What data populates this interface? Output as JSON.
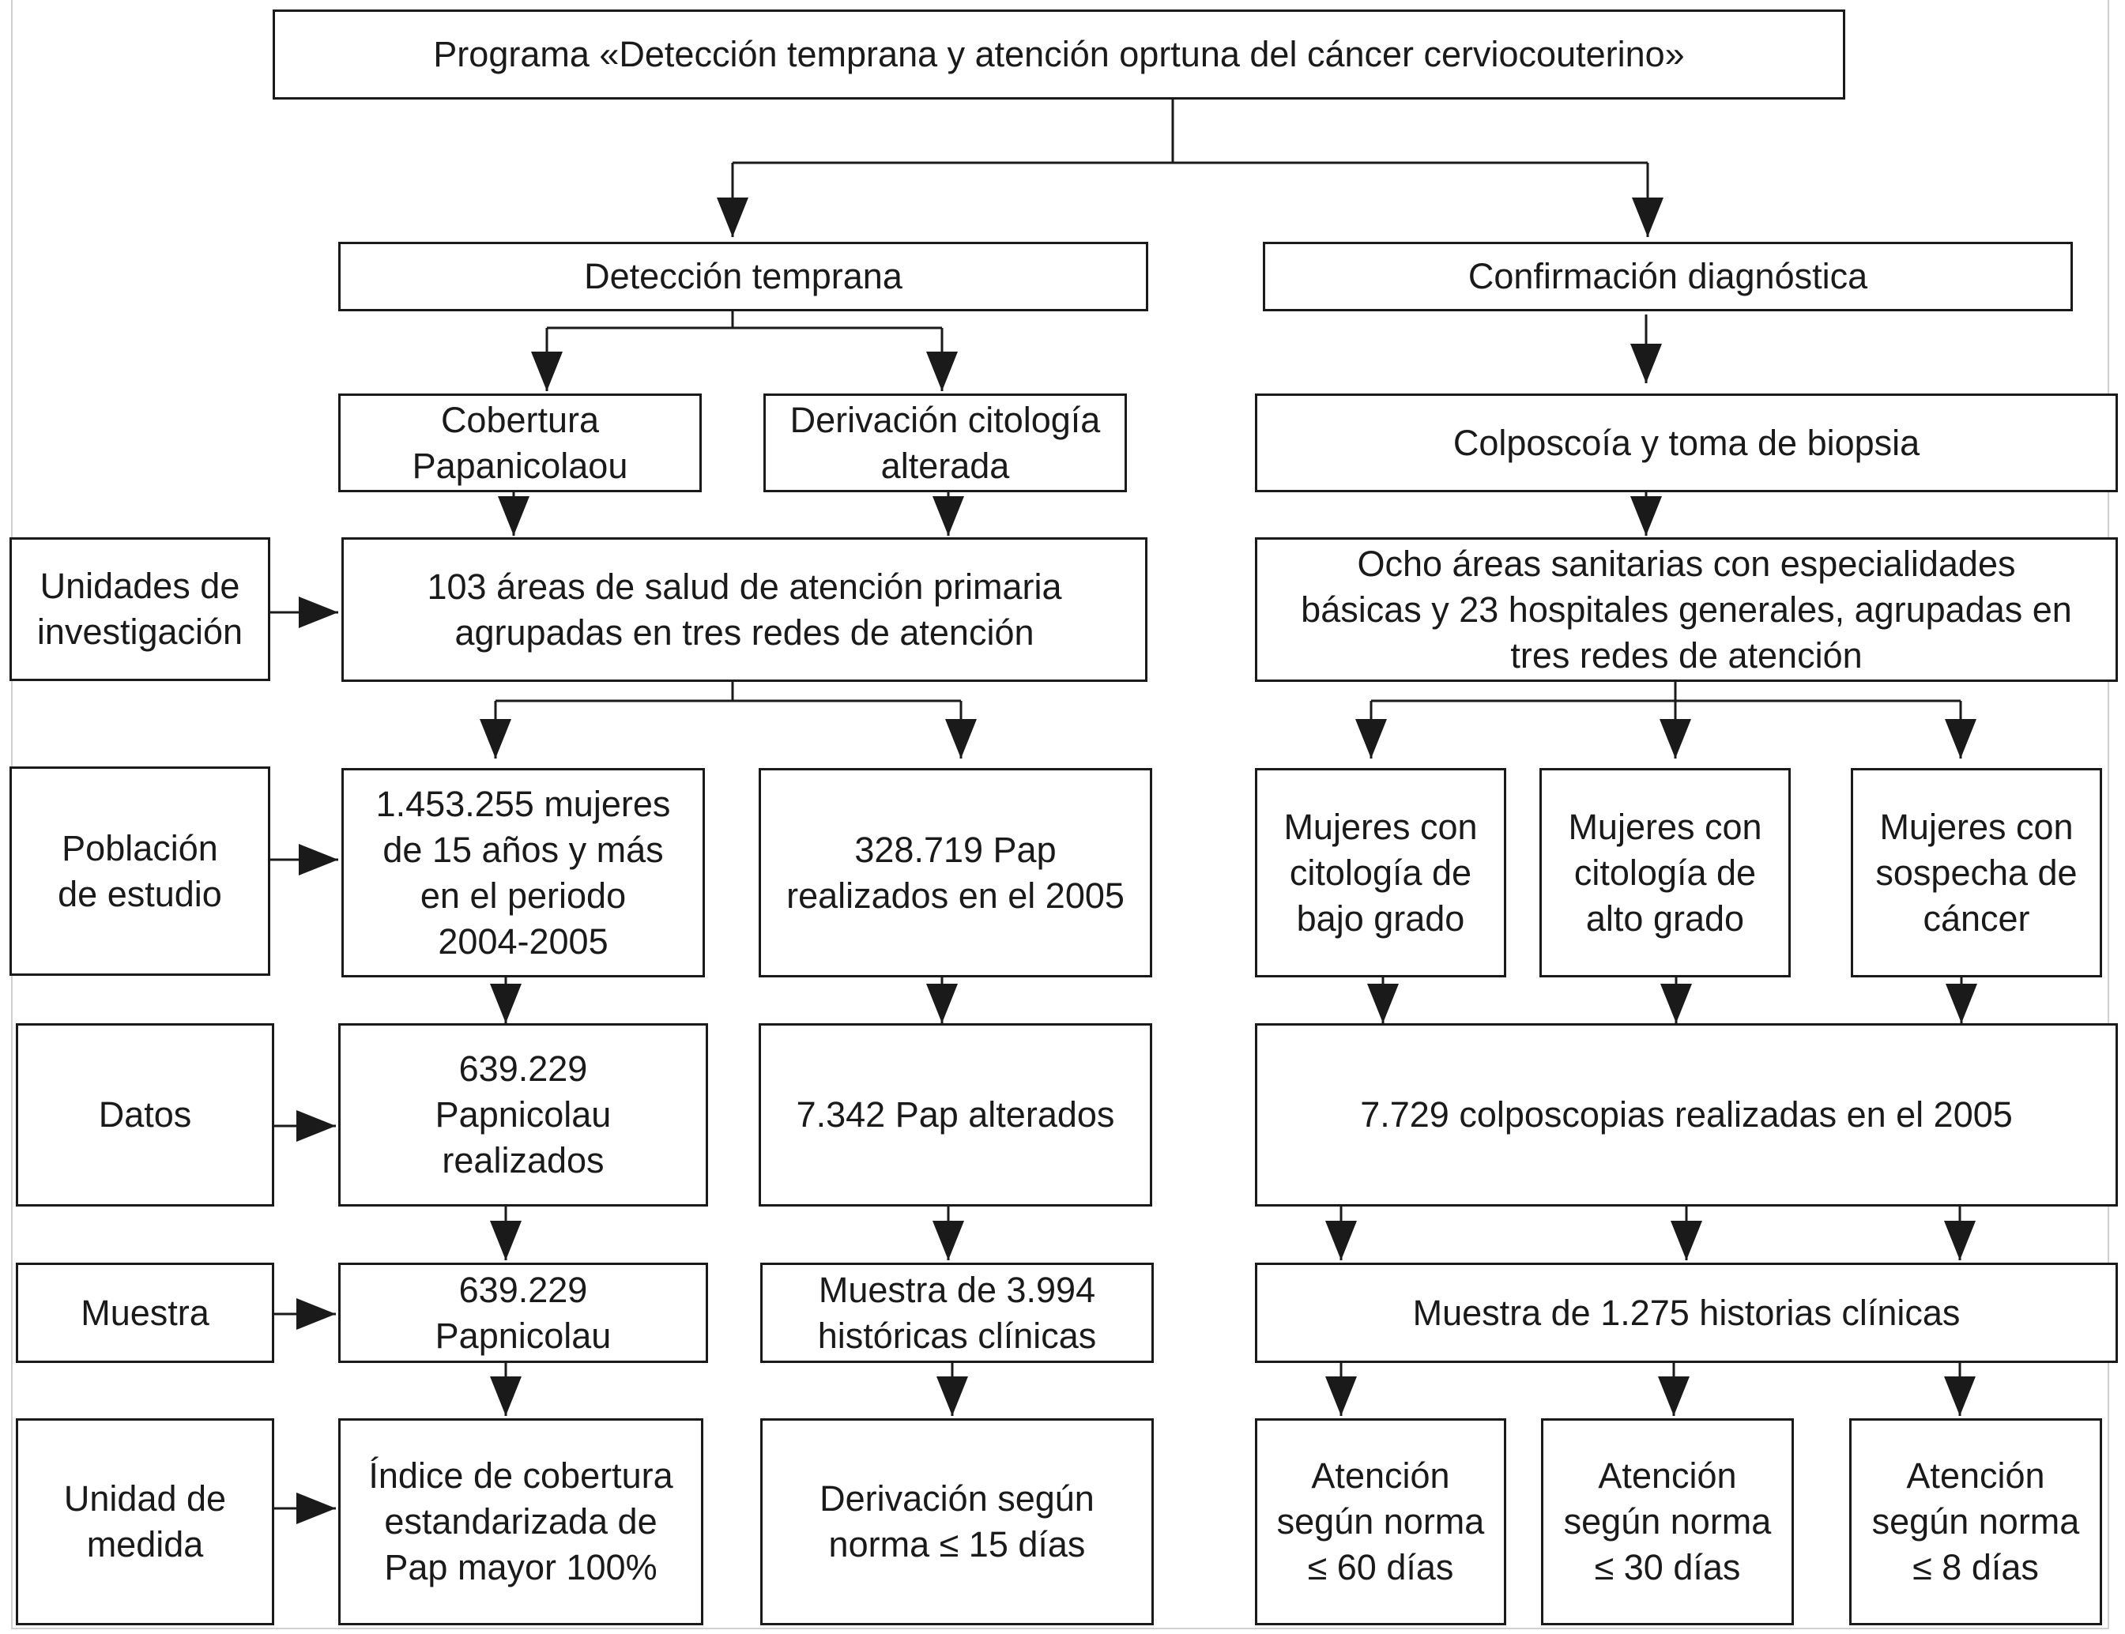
{
  "title": "Programa «Detección temprana y atención oprtuna del cáncer cerviocouterino»",
  "branches": {
    "left": "Detección temprana",
    "right": "Confirmación diagnóstica"
  },
  "row_labels": {
    "unidades": "Unidades de\ninvestigación",
    "poblacion": "Población\nde estudio",
    "datos": "Datos",
    "muestra": "Muestra",
    "unidad_medida": "Unidad de\nmedida"
  },
  "left_a": {
    "header": "Cobertura\nPapanicolaou",
    "poblacion": "1.453.255 mujeres\nde 15 años y más\nen el periodo\n2004-2005",
    "datos": "639.229\nPapnicolau\nrealizados",
    "muestra": "639.229\nPapnicolau",
    "medida": "Índice de cobertura\nestandarizada de\nPap mayor 100%"
  },
  "left_b": {
    "header": "Derivación citología\nalterada",
    "poblacion": "328.719 Pap\nrealizados en el 2005",
    "datos": "7.342 Pap alterados",
    "muestra": "Muestra de 3.994\nhistóricas clínicas",
    "medida": "Derivación según\nnorma ≤ 15 días"
  },
  "left_unidades": "103 áreas de salud de atención primaria\nagrupadas en tres redes de atención",
  "right": {
    "header": "Colposcoía y toma de biopsia",
    "unidades": "Ocho áreas sanitarias con especialidades\nbásicas y 23 hospitales generales, agrupadas en\ntres redes de atención",
    "pob_bajo": "Mujeres con\ncitología de\nbajo grado",
    "pob_alto": "Mujeres con\ncitología de\nalto grado",
    "pob_sospecha": "Mujeres con\nsospecha de\ncáncer",
    "datos": "7.729 colposcopias realizadas en el 2005",
    "muestra": "Muestra de 1.275 historias clínicas",
    "medida_60": "Atención\nsegún norma\n≤ 60 días",
    "medida_30": "Atención\nsegún norma\n≤ 30 días",
    "medida_8": "Atención\nsegún norma\n≤ 8 días"
  }
}
